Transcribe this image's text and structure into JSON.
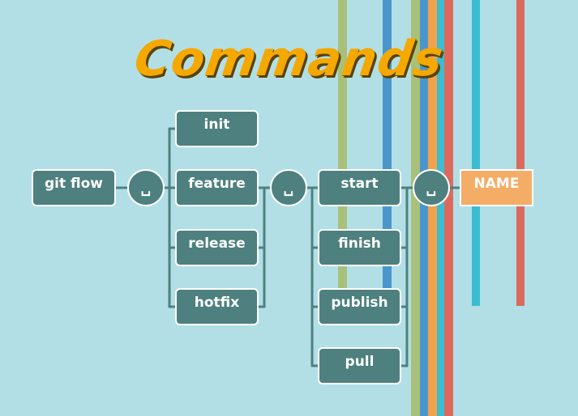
{
  "title": "Commands",
  "nodes": {
    "git_flow": "git flow",
    "space": "␣",
    "init": "init",
    "feature": "feature",
    "release": "release",
    "hotfix": "hotfix",
    "start": "start",
    "finish": "finish",
    "publish": "publish",
    "pull": "pull",
    "name": "NAME"
  },
  "colors": {
    "background": "#b2dfe6",
    "node": "#4d807e",
    "title": "#f5a800",
    "name_node": "#f4ad66",
    "stripe_green": "#a8c07a",
    "stripe_blue": "#4a96cc",
    "stripe_orange": "#f2a24a",
    "stripe_red": "#dc6a5c",
    "stripe_cyan": "#3cbcd0"
  }
}
